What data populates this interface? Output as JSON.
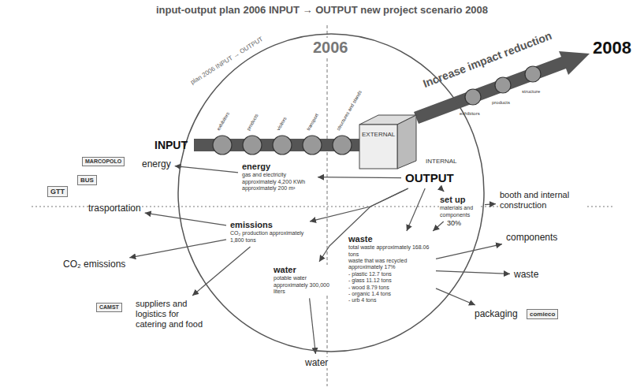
{
  "diagram": {
    "title": "input-output plan 2006 INPUT → OUTPUT new project scenario 2008",
    "nodes": [
      {
        "text": [
          "2006"
        ]
      },
      {
        "text": [
          "OUTPUT"
        ],
        "in": 0
      },
      {
        "text": [
          "energy",
          "gas and electricity approximately 4,200 KWh approximately 200 m³"
        ],
        "in": 0
      },
      {
        "text": [
          "set up",
          "materials and components"
        ],
        "in": 0
      },
      {
        "text": [
          "emissions",
          "CO₂ production approximately 1,800 tons"
        ],
        "in": 0
      },
      {
        "text": [
          "waste",
          "total waste approximately 168.06 tons",
          "waste that was recycled approximately 17%",
          "- plastic 12.7 tons",
          "- glass 11.12 tons",
          "- wood 8.79 tons",
          "- organic 1.4 tons",
          "- urb 4 tons"
        ],
        "in": 0
      },
      {
        "text": [
          "water",
          "potable water approximately 300,000 liters"
        ],
        "in": 0
      },
      {
        "text": [
          "energy"
        ]
      },
      {
        "text": [
          "trasportation"
        ]
      },
      {
        "text": [
          "CO₂ emissions"
        ]
      },
      {
        "text": [
          "suppliers and logistics for catering and food"
        ]
      },
      {
        "text": [
          "water"
        ]
      },
      {
        "text": [
          "booth and internal construction"
        ]
      },
      {
        "text": [
          "components"
        ]
      },
      {
        "text": [
          "waste"
        ]
      },
      {
        "text": [
          "packaging"
        ]
      }
    ],
    "edges": [
      {
        "from": 1,
        "to": 2,
        "arrow": "to"
      },
      {
        "from": 2,
        "to": 7,
        "arrow": "to"
      },
      {
        "from": 1,
        "to": 3,
        "arrow": "to"
      },
      {
        "from": 1,
        "to": 5,
        "arrow": "to"
      },
      {
        "from": 1,
        "to": 4,
        "arrow": "to"
      },
      {
        "from": 1,
        "to": 6,
        "arrow": "to"
      },
      {
        "from": 3,
        "to": 12,
        "arrow": "to"
      },
      {
        "from": 3,
        "to": 5,
        "label": "30%",
        "arrow": "to"
      },
      {
        "from": 4,
        "to": 8,
        "arrow": "to"
      },
      {
        "from": 4,
        "to": 9,
        "arrow": "to"
      },
      {
        "from": 4,
        "to": 10,
        "arrow": "to"
      },
      {
        "from": 6,
        "to": 11,
        "arrow": "to"
      },
      {
        "from": 5,
        "to": 13,
        "arrow": "to"
      },
      {
        "from": 5,
        "to": 14,
        "arrow": "to"
      },
      {
        "from": 5,
        "to": 15,
        "arrow": "to"
      }
    ],
    "labels": [
      "plan 2006 INPUT → OUTPUT",
      "INPUT",
      "EXTERNAL",
      "INTERNAL",
      "Increase impact reduction",
      "2008",
      "exhibitors",
      "products",
      "visitors",
      "transport",
      "structures and stands",
      "exhibitors",
      "products",
      "structure",
      "MARCOPOLO",
      "GTT",
      "BUS",
      "CAMST",
      "comieco"
    ]
  }
}
